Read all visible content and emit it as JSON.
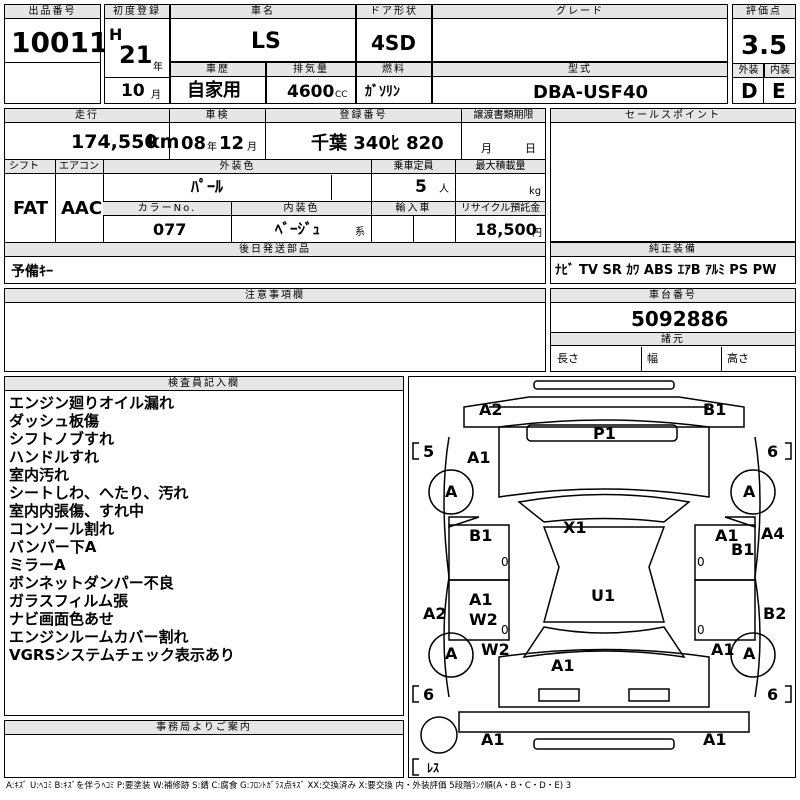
{
  "top": {
    "lot_label": "出品番号",
    "lot_no": "10011",
    "first_reg_label": "初度登録",
    "era": "H",
    "year": "21",
    "year_unit": "年",
    "car_name_label": "車名",
    "car_name": "LS",
    "door_label": "ドア形状",
    "door": "4SD",
    "grade_label": "グレード",
    "grade": "",
    "score_label": "評価点",
    "score": "3.5",
    "month": "10",
    "month_unit": "月",
    "history_label": "車歴",
    "history": "自家用",
    "displacement_label": "排気量",
    "displacement": "4600",
    "displacement_unit": "CC",
    "fuel_label": "燃料",
    "fuel": "ｶﾞｿﾘﾝ",
    "model_label": "型式",
    "model": "DBA-USF40",
    "ext_label": "外装",
    "ext_grade": "D",
    "int_label": "内装",
    "int_grade": "E"
  },
  "mid": {
    "mileage_label": "走行",
    "mileage": "174,550",
    "mileage_unit": "km",
    "inspection_label": "車検",
    "insp_year": "08",
    "insp_year_unit": "年",
    "insp_month": "12",
    "insp_month_unit": "月",
    "reg_label": "登録番号",
    "reg_no": "千葉 340ﾋ 820",
    "transfer_label": "譲渡書類期限",
    "transfer_month": "月",
    "transfer_day": "日",
    "shift_label": "シフト",
    "shift": "FAT",
    "ac_label": "エアコン",
    "ac": "AAC",
    "ext_color_label": "外装色",
    "ext_color": "ﾊﾟｰﾙ",
    "capacity_label": "乗車定員",
    "capacity": "5",
    "capacity_unit": "人",
    "load_label": "最大積載量",
    "load_unit": "kg",
    "color_no_label": "カラーNo.",
    "color_no": "077",
    "int_color_label": "内装色",
    "int_color": "ﾍﾞｰｼﾞｭ",
    "int_color_unit": "系",
    "import_label": "輸入車",
    "recycle_label": "リサイクル預託金",
    "recycle": "18,500",
    "recycle_unit": "円",
    "later_label": "後日発送部品",
    "later_parts": "予備ｷｰ"
  },
  "sales_points": {
    "label": "セールスポイント"
  },
  "equipment": {
    "label": "純正装備",
    "items": "ﾅﾋﾞ TV SR ｶﾜ ABS ｴｱB ｱﾙﾐ PS PW"
  },
  "caution": {
    "label": "注意事項欄"
  },
  "chassis": {
    "label": "車台番号",
    "number": "5092886",
    "dims_label": "諸元",
    "length": "長さ",
    "width": "幅",
    "height": "高さ"
  },
  "inspector": {
    "label": "検査員記入欄",
    "notes": [
      "エンジン廻りオイル漏れ",
      "ダッシュ板傷",
      "シフトノブすれ",
      "ハンドルすれ",
      "室内汚れ",
      "シートしわ、へたり、汚れ",
      "室内内張傷、すれ中",
      "コンソール割れ",
      "バンパー下A",
      "ミラーA",
      "ボンネットダンパー不良",
      "ガラスフィルム張",
      "ナビ画面色あせ",
      "エンジンルームカバー割れ",
      "VGRSシステムチェック表示あり"
    ]
  },
  "office": {
    "label": "事務局よりご案内"
  },
  "diagram": {
    "marks": [
      "A2",
      "B1",
      "P1",
      "A1",
      "A",
      "A",
      "B1",
      "X1",
      "A1",
      "B1",
      "A4",
      "A1",
      "U1",
      "W2",
      "A2",
      "W2",
      "B2",
      "A",
      "A",
      "A1",
      "A1",
      "A1",
      "A1"
    ],
    "tire_left_top": "5",
    "tire_right_top": "6",
    "tire_left_bottom": "6",
    "tire_right_bottom": "6",
    "zero": "0",
    "spare": "ﾚｽ"
  },
  "legend": "A:ｷｽﾞ U:ﾍｺﾐ B:ｷｽﾞを伴うﾍｺﾐ P:要塗装 W:補修跡 S:錆 C:腐食 G:ﾌﾛﾝﾄｶﾞﾗｽ点ｷｽﾞ XX:交換済み X:要交換 内・外装評価 5段階ﾗﾝｸ順(A・B・C・D・E) 3"
}
